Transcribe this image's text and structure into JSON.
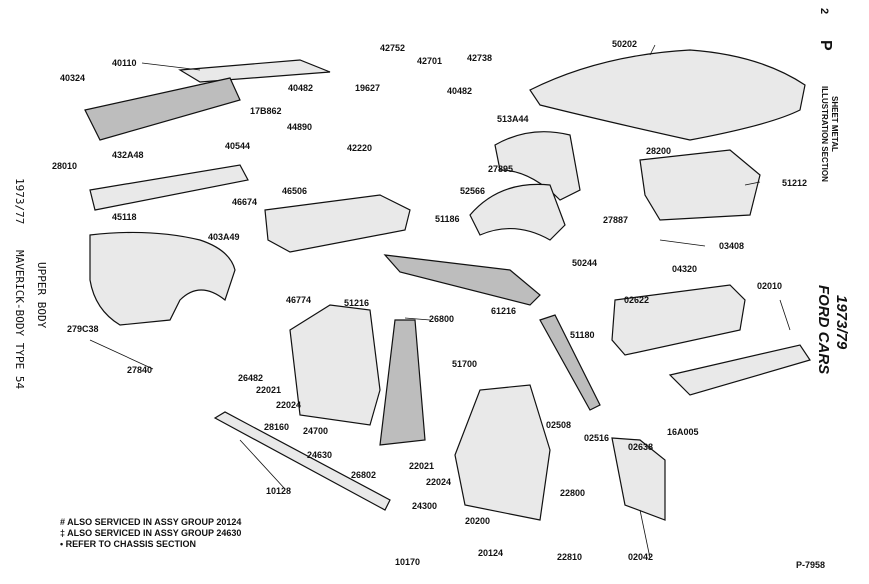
{
  "page_number": "2",
  "section_letter": "P",
  "section_title": "SHEET METAL",
  "section_subtitle": "ILLUSTRATION SECTION",
  "year_range": "1973/79",
  "make": "FORD CARS",
  "left_margin": {
    "year_range": "1973/77",
    "model": "MAVERICK-BODY TYPE 54",
    "group": "UPPER BODY"
  },
  "notes": [
    "# ALSO SERVICED IN ASSY GROUP 20124",
    "‡ ALSO SERVICED IN ASSY GROUP 24630",
    "• REFER TO CHASSIS SECTION"
  ],
  "plate_code": "P-7958",
  "labels": [
    "40110",
    "40324",
    "432A48",
    "28010",
    "45118",
    "403A49",
    "46674",
    "40544",
    "17B862",
    "40482",
    "44890",
    "19627",
    "42701",
    "42752",
    "40482",
    "42738",
    "513A44",
    "50202",
    "42220",
    "46506",
    "52566",
    "51186",
    "27895",
    "27887",
    "28200",
    "51212",
    "50244",
    "03408",
    "04320",
    "02010",
    "02622",
    "51180",
    "46774",
    "51216",
    "26800",
    "61216",
    "51700",
    "279C38",
    "27840",
    "26482",
    "22021",
    "22024",
    "28160",
    "24700",
    "24630",
    "26802",
    "22021",
    "22024",
    "24300",
    "20200",
    "20124",
    "22800",
    "22810",
    "02508",
    "02516",
    "02638",
    "16A005",
    "02042",
    "10128",
    "10170"
  ]
}
